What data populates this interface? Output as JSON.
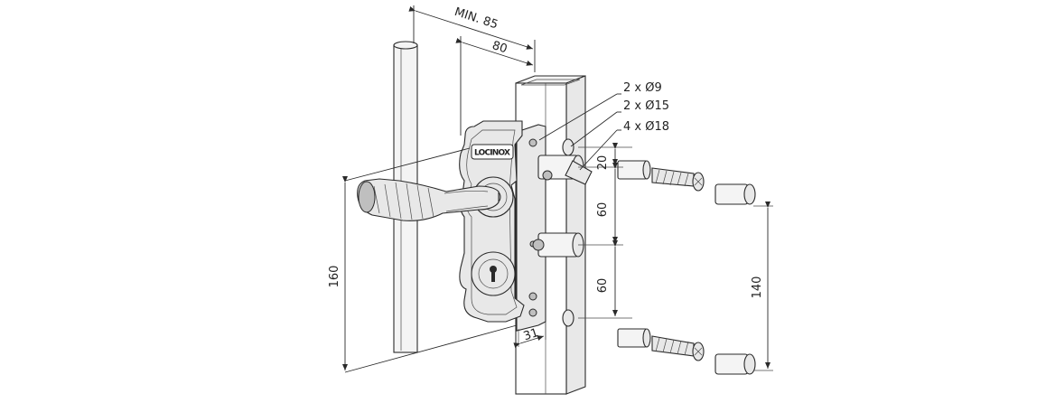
{
  "brand": {
    "logo_text": "LOCINOX"
  },
  "dimensions": {
    "min_depth": "MIN. 85",
    "depth": "80",
    "hole_a": "2 x Ø9",
    "hole_b": "2 x Ø15",
    "hole_c": "4 x Ø18",
    "spacing_top": "20",
    "spacing_mid": "60",
    "spacing_low": "60",
    "handle_height": "160",
    "bolt_span": "140",
    "post_width": "31"
  },
  "colors": {
    "line": "#2a2a2a",
    "fill": "#e8e8e8",
    "background": "#ffffff"
  }
}
